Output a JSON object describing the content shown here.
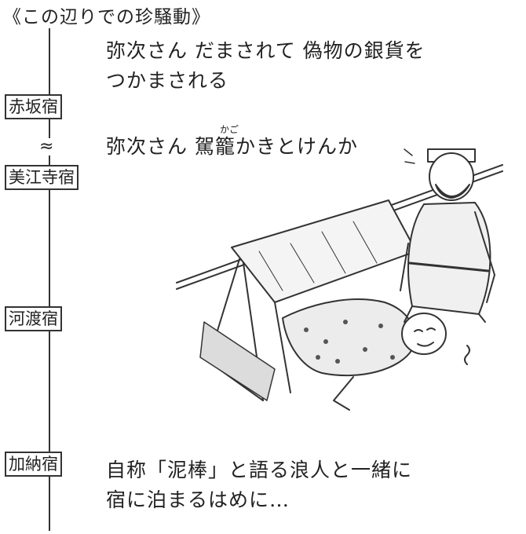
{
  "title": "《この辺りでの珍騒動》",
  "stations": [
    {
      "label": "赤坂宿"
    },
    {
      "label": "美江寺宿"
    },
    {
      "label": "河渡宿"
    },
    {
      "label": "加納宿"
    }
  ],
  "break_mark": "≈",
  "events": [
    {
      "lines": [
        "弥次さん だまされて 偽物の銀貨を",
        "つかまされる"
      ]
    },
    {
      "lines": [
        "弥次さん 駕籠かきとけんか"
      ],
      "ruby": "かご"
    },
    {
      "lines": [
        "自称「泥棒」と語る浪人と一緒に",
        "宿に泊まるはめに…"
      ]
    }
  ]
}
